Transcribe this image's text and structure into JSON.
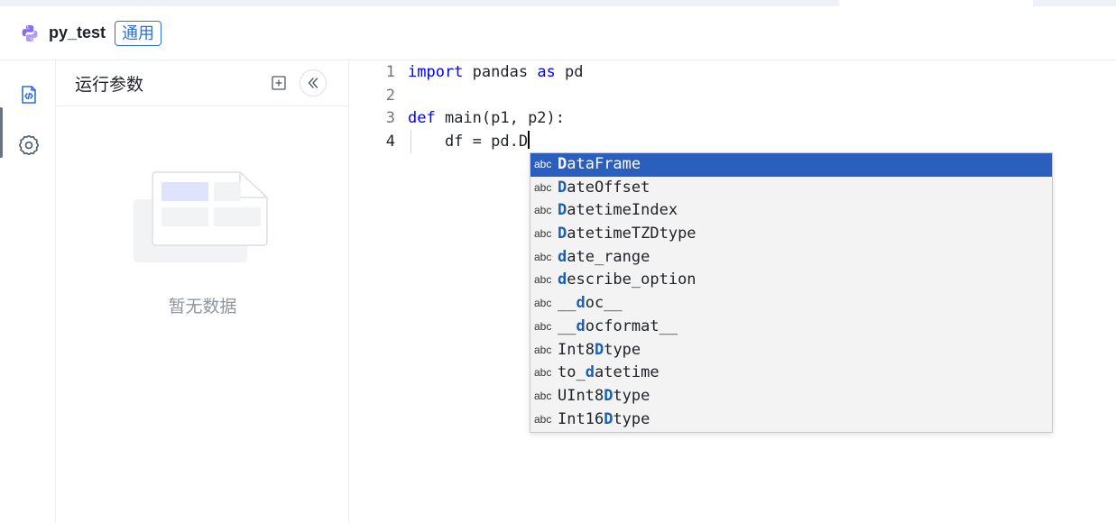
{
  "header": {
    "project_name": "py_test",
    "tag": "通用"
  },
  "rail": {
    "items": [
      {
        "name": "code-file-icon",
        "active": true
      },
      {
        "name": "gear-icon",
        "active": false
      }
    ]
  },
  "panel": {
    "title": "运行参数",
    "empty_text": "暂无数据"
  },
  "editor": {
    "lines": [
      {
        "num": "1",
        "tokens": [
          {
            "t": "import",
            "kw": true
          },
          {
            "t": " pandas "
          },
          {
            "t": "as",
            "kw": true
          },
          {
            "t": " pd"
          }
        ]
      },
      {
        "num": "2",
        "tokens": []
      },
      {
        "num": "3",
        "tokens": [
          {
            "t": "def",
            "kw": true
          },
          {
            "t": " main(p1, p2):"
          }
        ]
      },
      {
        "num": "4",
        "tokens": [
          {
            "t": "    df = pd.D"
          }
        ],
        "current": true
      }
    ]
  },
  "suggestions": {
    "kind_label": "abc",
    "items": [
      {
        "pre": "",
        "match": "D",
        "post": "ataFrame",
        "selected": true
      },
      {
        "pre": "",
        "match": "D",
        "post": "ateOffset"
      },
      {
        "pre": "",
        "match": "D",
        "post": "atetimeIndex"
      },
      {
        "pre": "",
        "match": "D",
        "post": "atetimeTZDtype"
      },
      {
        "pre": "",
        "match": "d",
        "post": "ate_range"
      },
      {
        "pre": "",
        "match": "d",
        "post": "escribe_option"
      },
      {
        "pre": "__",
        "match": "d",
        "post": "oc__"
      },
      {
        "pre": "__",
        "match": "d",
        "post": "ocformat__"
      },
      {
        "pre": "Int8",
        "match": "D",
        "post": "type"
      },
      {
        "pre": "to_",
        "match": "d",
        "post": "atetime"
      },
      {
        "pre": "UInt8",
        "match": "D",
        "post": "type"
      },
      {
        "pre": "Int16",
        "match": "D",
        "post": "type"
      }
    ]
  }
}
